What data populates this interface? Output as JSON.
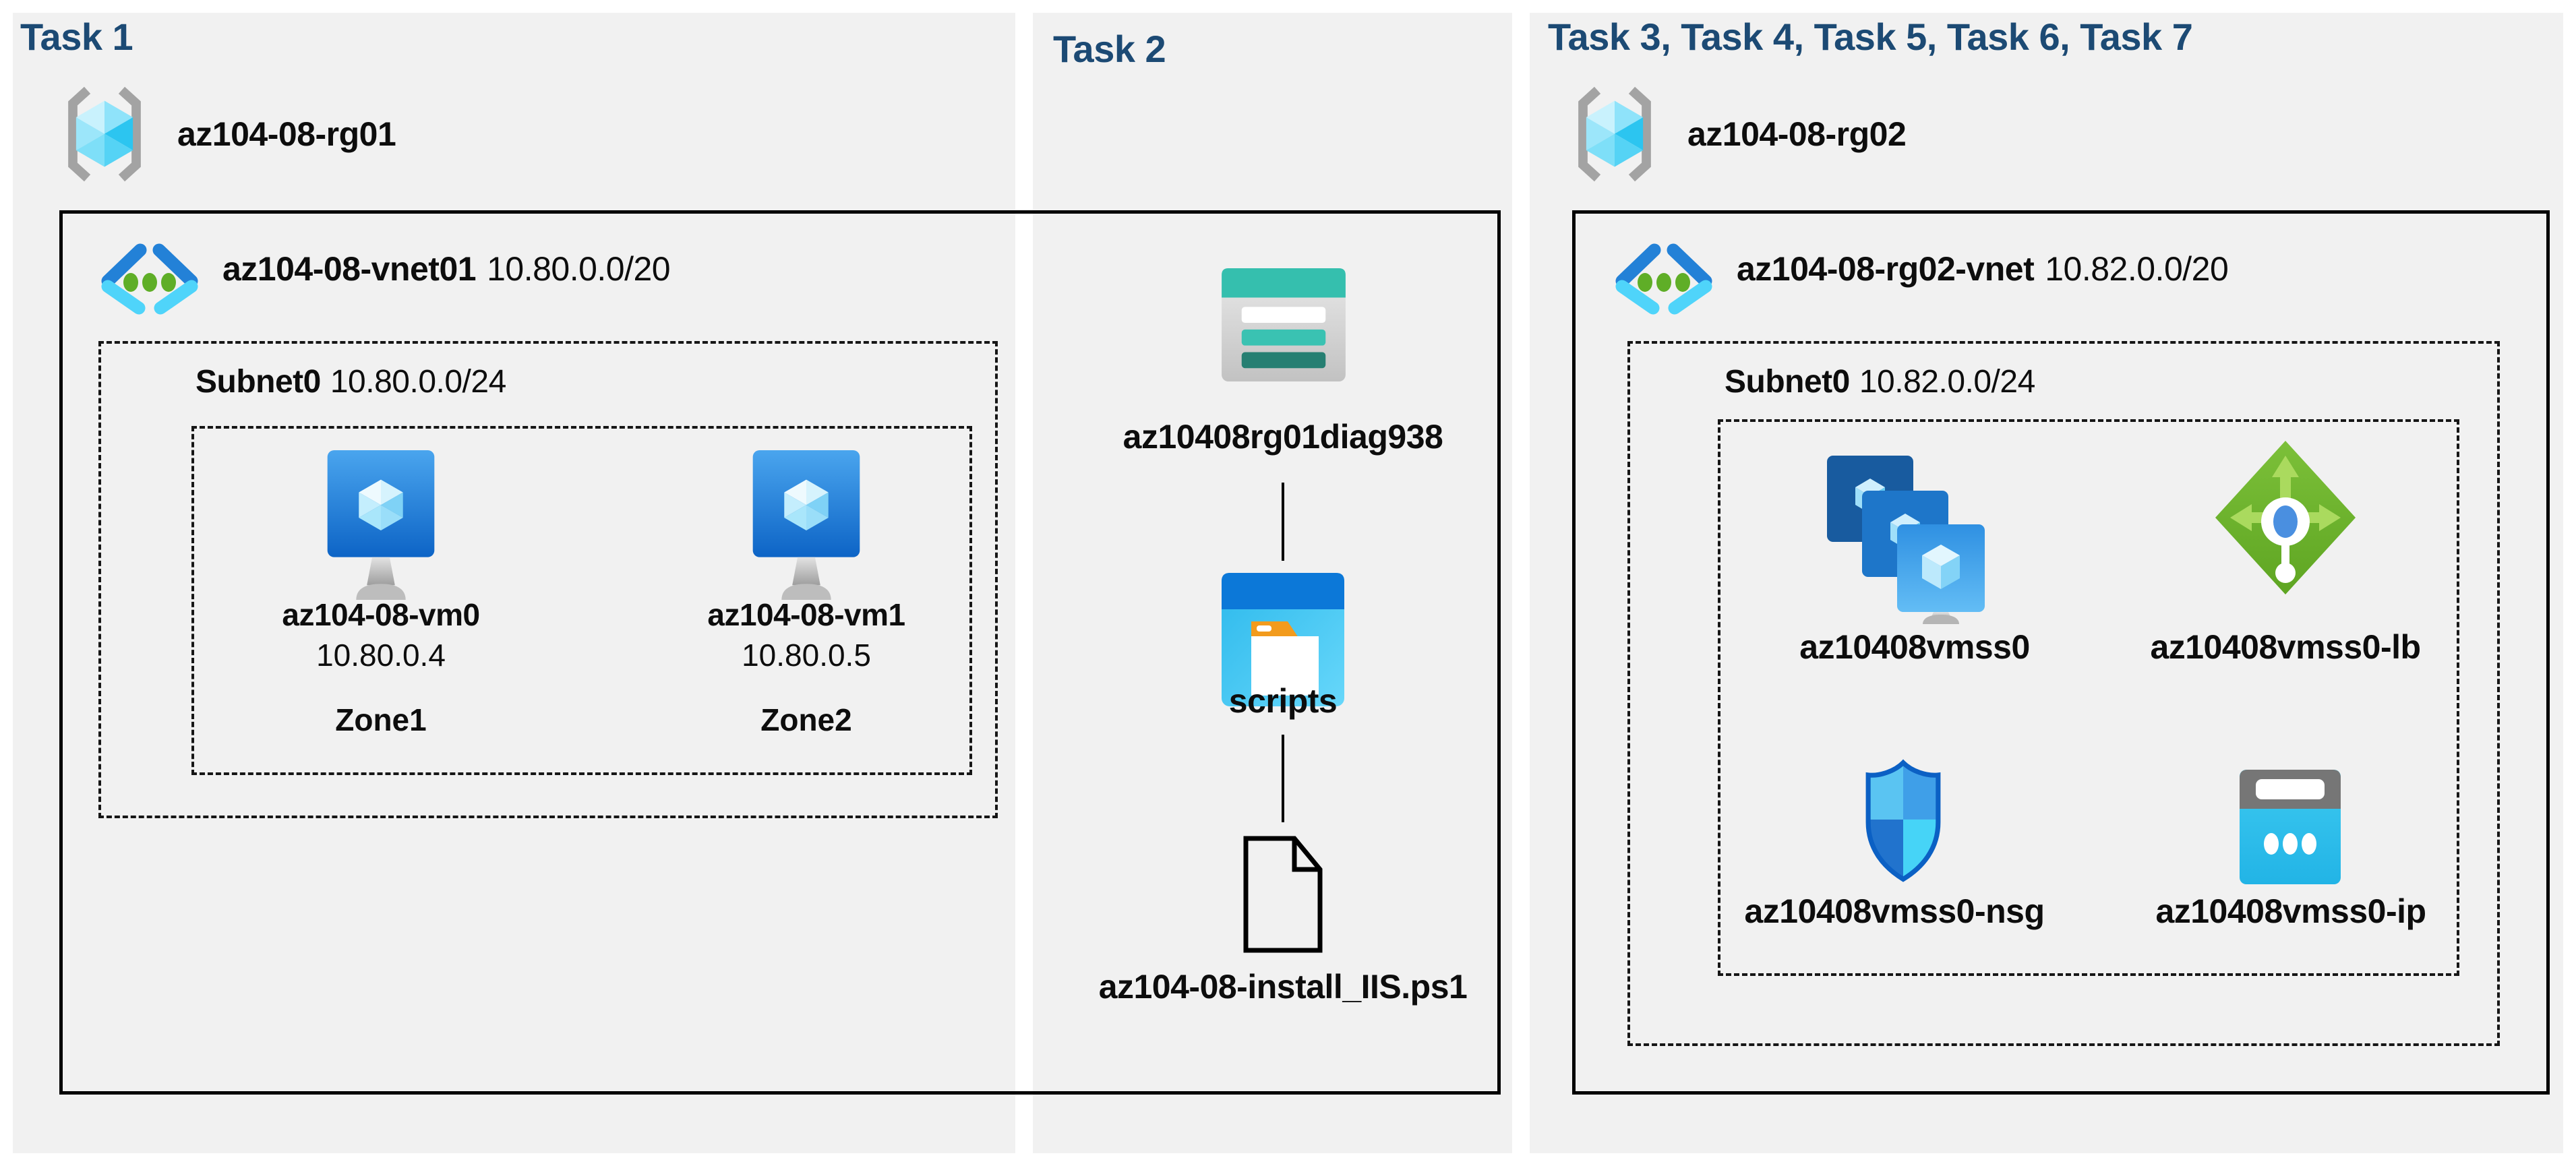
{
  "colors": {
    "panel_bg": "#f1f1f1",
    "title_navy": "#1c4a74",
    "diagram_line": "#000000",
    "vnet_blue": "#2381d7",
    "vnet_cyan": "#4fd4fa",
    "vnet_green": "#5fae27",
    "vm_blue_top": "#4aa5ee",
    "vm_blue_bottom": "#0d64c6",
    "storage_teal": "#35bfae",
    "storage_teal_dark": "#268e80",
    "container_blue": "#0c78d8",
    "container_cyan": "#2cb9ec",
    "container_orange": "#f29b1d",
    "nsg_border_blue": "#0b60c4",
    "lb_green": "#6fb52e",
    "ip_cyan": "#2ec2ee",
    "ip_gray": "#767676",
    "rg_bracket_gray": "#a3a3a3"
  },
  "tasks": {
    "t1": "Task 1",
    "t2": "Task 2",
    "t3": "Task 3, Task 4, Task 5, Task 6, Task 7"
  },
  "rg01": {
    "name": "az104-08-rg01",
    "vnet_name": "az104-08-vnet01",
    "vnet_cidr": "10.80.0.0/20",
    "subnet_name": "Subnet0",
    "subnet_cidr": "10.80.0.0/24",
    "vms": [
      {
        "name": "az104-08-vm0",
        "ip": "10.80.0.4",
        "zone": "Zone1"
      },
      {
        "name": "az104-08-vm1",
        "ip": "10.80.0.5",
        "zone": "Zone2"
      }
    ]
  },
  "storage_flow": {
    "storage_account": "az10408rg01diag938",
    "container": "scripts",
    "script_file": "az104-08-install_IIS.ps1"
  },
  "rg02": {
    "name": "az104-08-rg02",
    "vnet_name": "az104-08-rg02-vnet",
    "vnet_cidr": "10.82.0.0/20",
    "subnet_name": "Subnet0",
    "subnet_cidr": "10.82.0.0/24",
    "vmss": "az10408vmss0",
    "lb": "az10408vmss0-lb",
    "nsg": "az10408vmss0-nsg",
    "pip": "az10408vmss0-ip"
  }
}
